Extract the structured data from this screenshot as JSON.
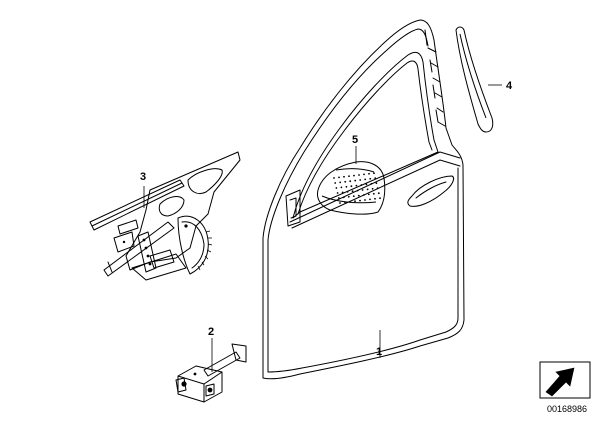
{
  "diagram": {
    "callouts": [
      {
        "id": "1",
        "label": "1",
        "part": "door-shell"
      },
      {
        "id": "2",
        "label": "2",
        "part": "door-check-strap"
      },
      {
        "id": "3",
        "label": "3",
        "part": "window-regulator"
      },
      {
        "id": "4",
        "label": "4",
        "part": "trim-strip"
      },
      {
        "id": "5",
        "label": "5",
        "part": "mirror-cover"
      }
    ],
    "document_number": "00168986",
    "icons": {
      "stamp": "direction-arrow-icon"
    }
  }
}
